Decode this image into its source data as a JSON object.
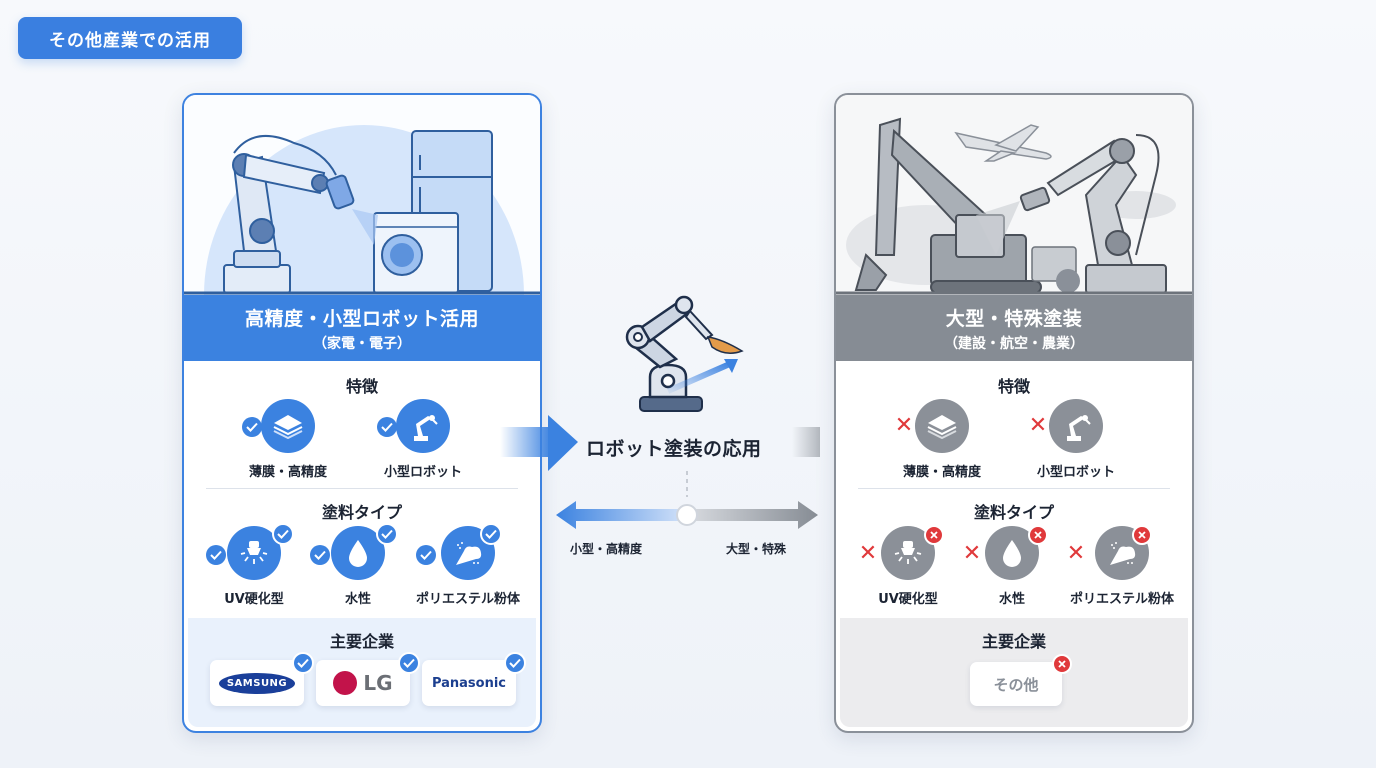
{
  "page_title": "その他産業での活用",
  "center": {
    "title": "ロボット塗装の応用",
    "scale_left_label": "小型・高精度",
    "scale_right_label": "大型・特殊",
    "colors": {
      "left_arrow": "#3b82e0",
      "right_arrow": "#868c94"
    }
  },
  "left_card": {
    "illustration": "robot-arm-painting-appliances",
    "band_title": "高精度・小型ロボット活用",
    "band_subtitle": "（家電・電子）",
    "features_title": "特徴",
    "features": [
      {
        "label": "薄膜・高精度",
        "icon": "layers-icon",
        "status": "check"
      },
      {
        "label": "小型ロボット",
        "icon": "robot-arm-icon",
        "status": "check"
      }
    ],
    "paint_types_title": "塗料タイプ",
    "paint_types": [
      {
        "label": "UV硬化型",
        "icon": "uv-lamp-icon",
        "status": "check"
      },
      {
        "label": "水性",
        "icon": "water-drop-icon",
        "status": "check"
      },
      {
        "label": "ポリエステル粉体",
        "icon": "powder-icon",
        "status": "check"
      }
    ],
    "companies_title": "主要企業",
    "companies": [
      {
        "label": "SAMSUNG",
        "status": "check"
      },
      {
        "label": "LG",
        "status": "check"
      },
      {
        "label": "Panasonic",
        "status": "check"
      }
    ],
    "accent": "#3b82e0"
  },
  "right_card": {
    "illustration": "robot-arm-excavator-airplane-tractor",
    "band_title": "大型・特殊塗装",
    "band_subtitle": "（建設・航空・農業）",
    "features_title": "特徴",
    "features": [
      {
        "label": "薄膜・高精度",
        "icon": "layers-icon",
        "status": "cross"
      },
      {
        "label": "小型ロボット",
        "icon": "robot-arm-icon",
        "status": "cross"
      }
    ],
    "paint_types_title": "塗料タイプ",
    "paint_types": [
      {
        "label": "UV硬化型",
        "icon": "uv-lamp-icon",
        "status": "cross"
      },
      {
        "label": "水性",
        "icon": "water-drop-icon",
        "status": "cross"
      },
      {
        "label": "ポリエステル粉体",
        "icon": "powder-icon",
        "status": "cross"
      }
    ],
    "companies_title": "主要企業",
    "companies": [
      {
        "label": "その他",
        "status": "cross"
      }
    ],
    "accent": "#868c94",
    "cross_color": "#e0393b"
  }
}
